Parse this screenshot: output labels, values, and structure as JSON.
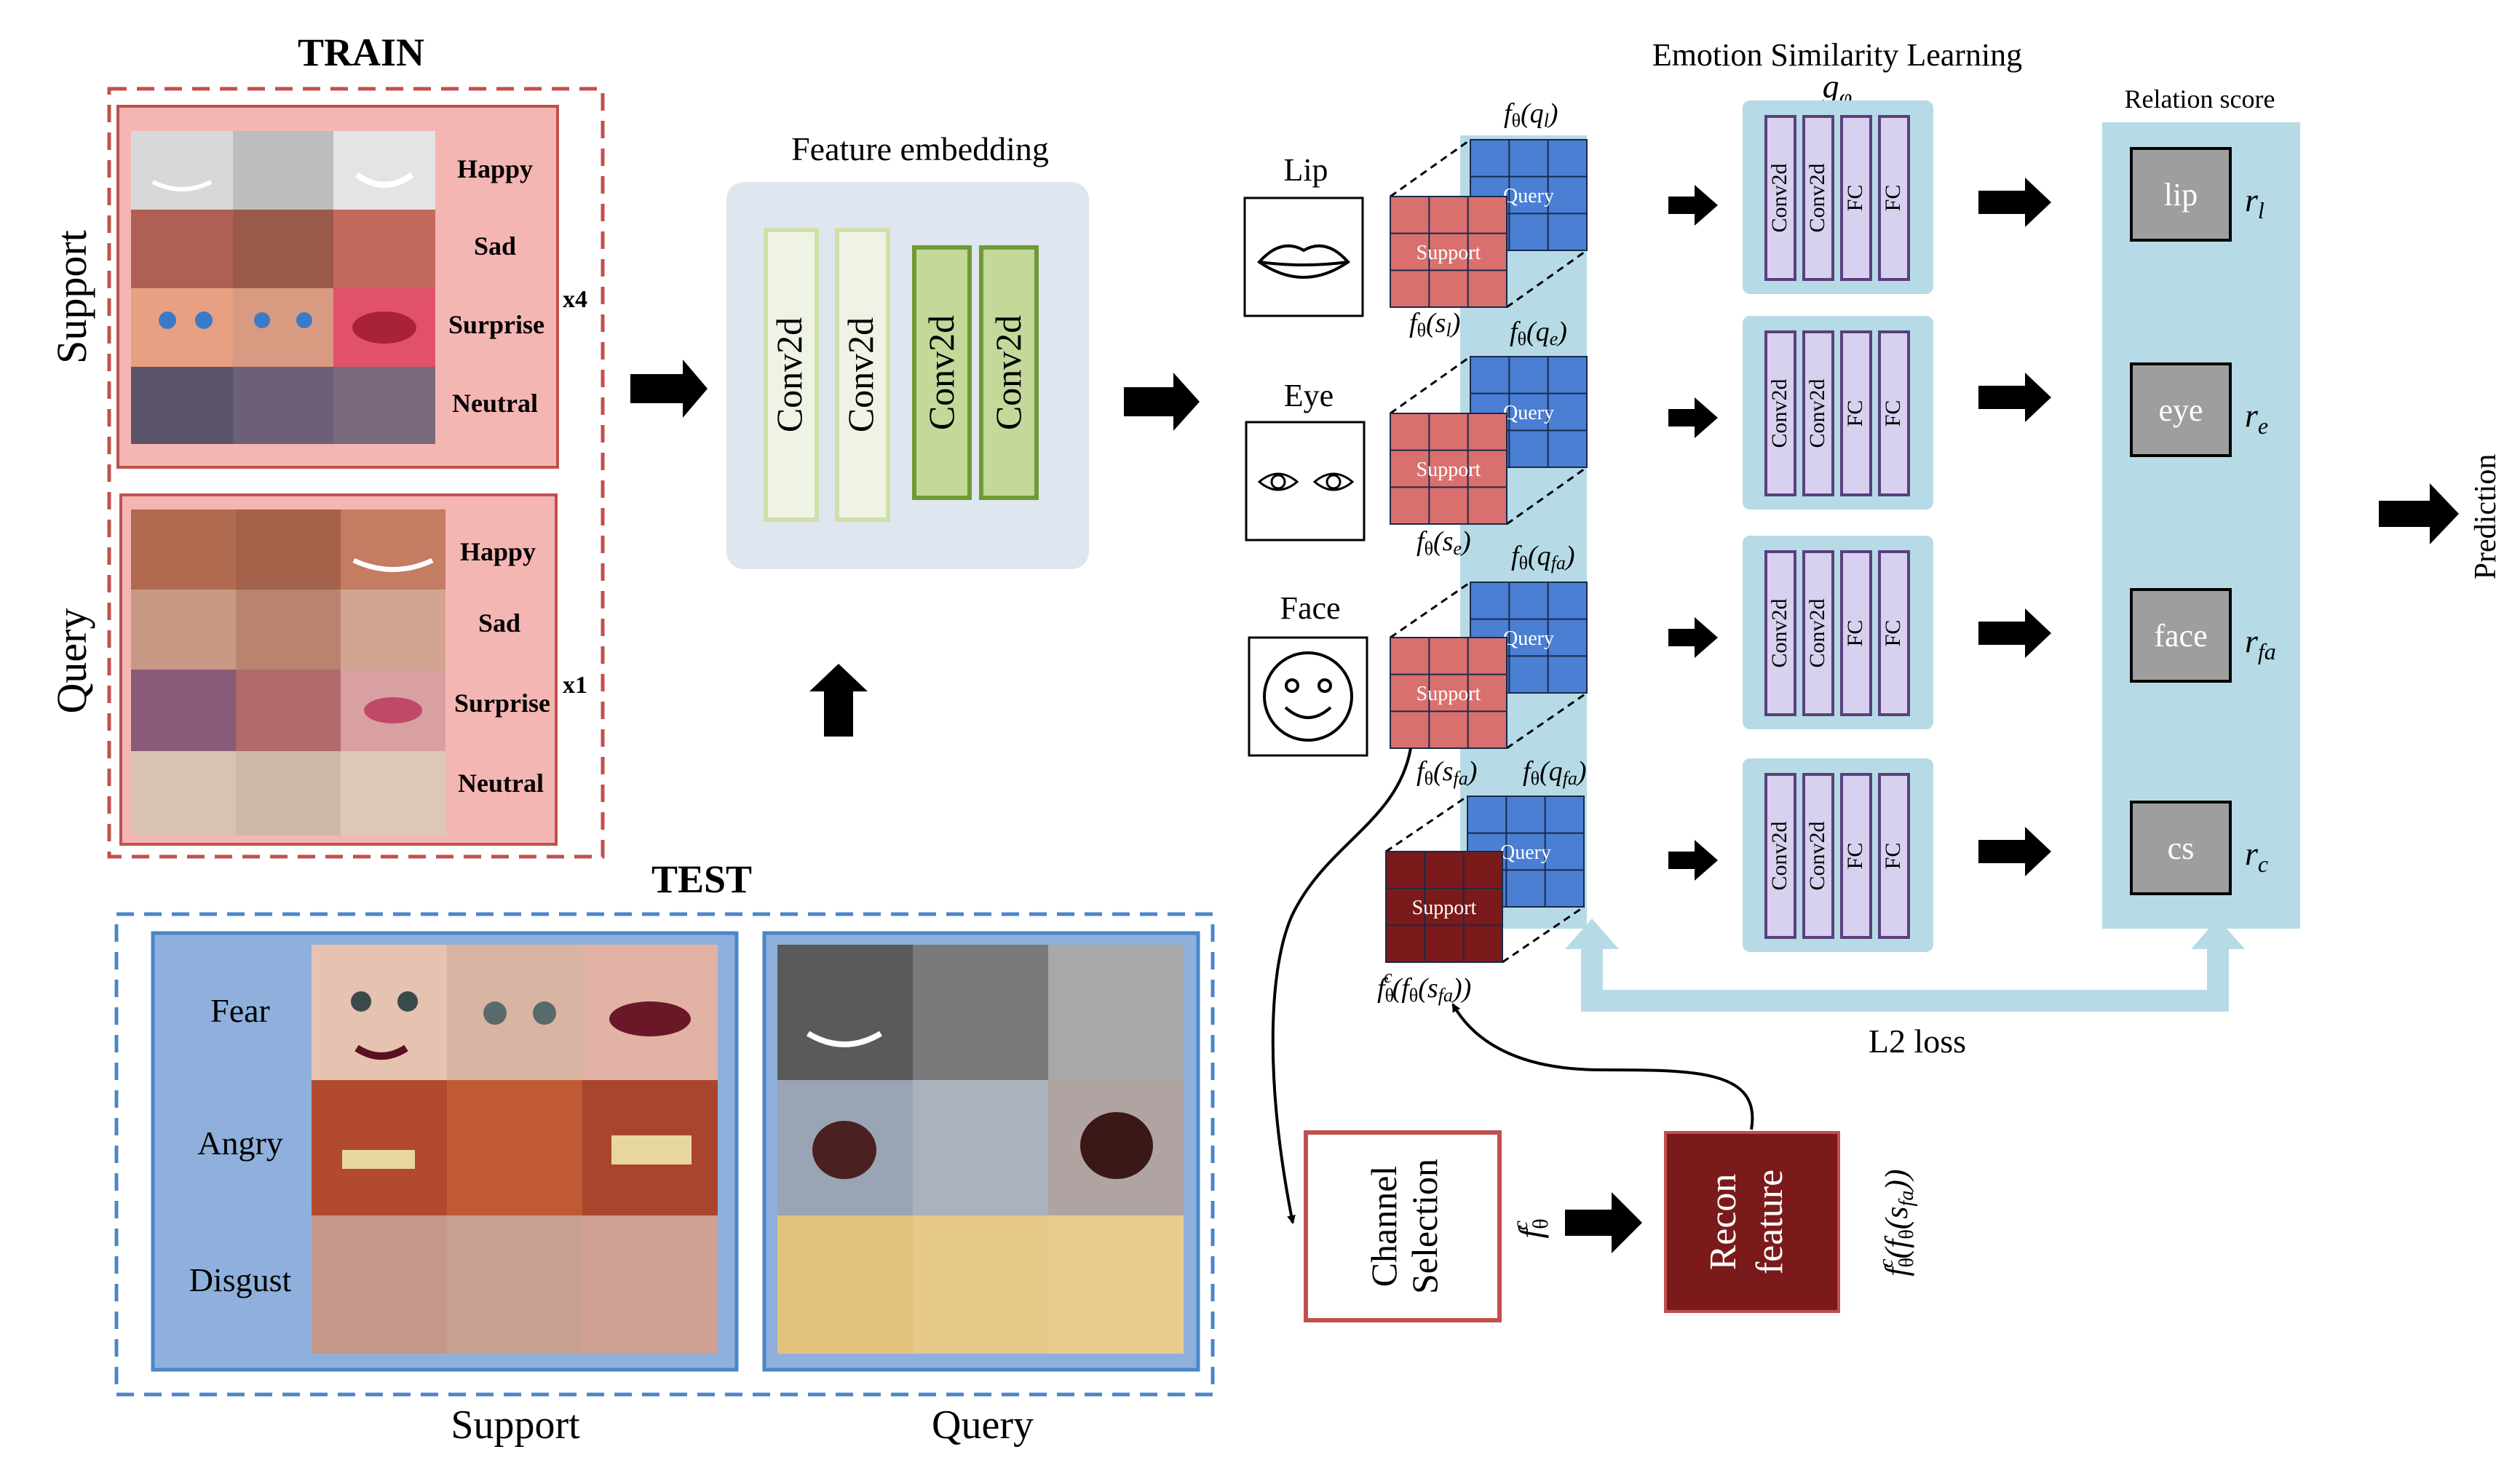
{
  "colors": {
    "train_box": "#f4b6b3",
    "train_border": "#c0504d",
    "test_border": "#4a86c8",
    "test_panel": "#8fb0dc",
    "embed_bg": "#dfe6f0",
    "conv_light_fill": "#eef3e6",
    "conv_light_stroke": "#cfe0a8",
    "conv_dark_fill": "#c4d89a",
    "conv_dark_stroke": "#6f9a34",
    "light_blue": "#b7dbe6",
    "query_blue": "#4a7fd4",
    "support_red": "#d9706e",
    "support_dark": "#7b1a1a",
    "gphi_box": "#d7d0ee",
    "gphi_stroke": "#5b3f7d",
    "score_grey": "#9e9e9e",
    "channel_border": "#c0504d"
  },
  "train": {
    "title": "TRAIN",
    "support": {
      "side_label": "Support",
      "multiplier": "x4",
      "rows": [
        "Happy",
        "Sad",
        "Surprise",
        "Neutral"
      ]
    },
    "query": {
      "side_label": "Query",
      "multiplier": "x1",
      "rows": [
        "Happy",
        "Sad",
        "Surprise",
        "Neutral"
      ]
    }
  },
  "test": {
    "title": "TEST",
    "support_rows": [
      "Fear",
      "Angry",
      "Disgust"
    ],
    "support_caption": "Support",
    "query_caption": "Query"
  },
  "feature_embedding": {
    "title": "Feature embedding",
    "symbol": "f",
    "symbol_sub": "θ",
    "layers": [
      "Conv2d",
      "Conv2d",
      "Conv2d",
      "Conv2d"
    ]
  },
  "parts": [
    {
      "label": "Lip",
      "icon": "lips-icon",
      "query_expr": "(q",
      "query_sub": "l",
      "support_expr": "(s",
      "support_sub": "l"
    },
    {
      "label": "Eye",
      "icon": "eyes-icon",
      "query_expr": "(q",
      "query_sub": "e",
      "support_expr": "(s",
      "support_sub": "e"
    },
    {
      "label": "Face",
      "icon": "smiley-face-icon",
      "query_expr": "(q",
      "query_sub": "fa",
      "support_expr": "(s",
      "support_sub": "fa"
    },
    {
      "label": "",
      "icon": "",
      "query_expr": "(q",
      "query_sub": "fa",
      "support_expr": "",
      "support_sub": ""
    }
  ],
  "cube_labels": {
    "query": "Query",
    "support": "Support"
  },
  "recon_support_expr": "(f",
  "esl": {
    "title": "Emotion Similarity Learning",
    "symbol": "g",
    "symbol_sub": "φ",
    "layers": [
      "Conv2d",
      "Conv2d",
      "FC",
      "FC"
    ]
  },
  "relation": {
    "title": "Relation score",
    "scores": [
      {
        "label": "lip",
        "r_sub": "l"
      },
      {
        "label": "eye",
        "r_sub": "e"
      },
      {
        "label": "face",
        "r_sub": "fa"
      },
      {
        "label": "cs",
        "r_sub": "c"
      }
    ]
  },
  "prediction_label": "Prediction",
  "loss_label": "L2 loss",
  "channel_selection": {
    "line1": "Channel",
    "line2": "Selection"
  },
  "recon_feature": {
    "line1": "Recon",
    "line2": "feature"
  },
  "math": {
    "f": "f",
    "theta": "θ",
    "c": "c",
    "close": ")",
    "close2": "))",
    "r": "r"
  }
}
